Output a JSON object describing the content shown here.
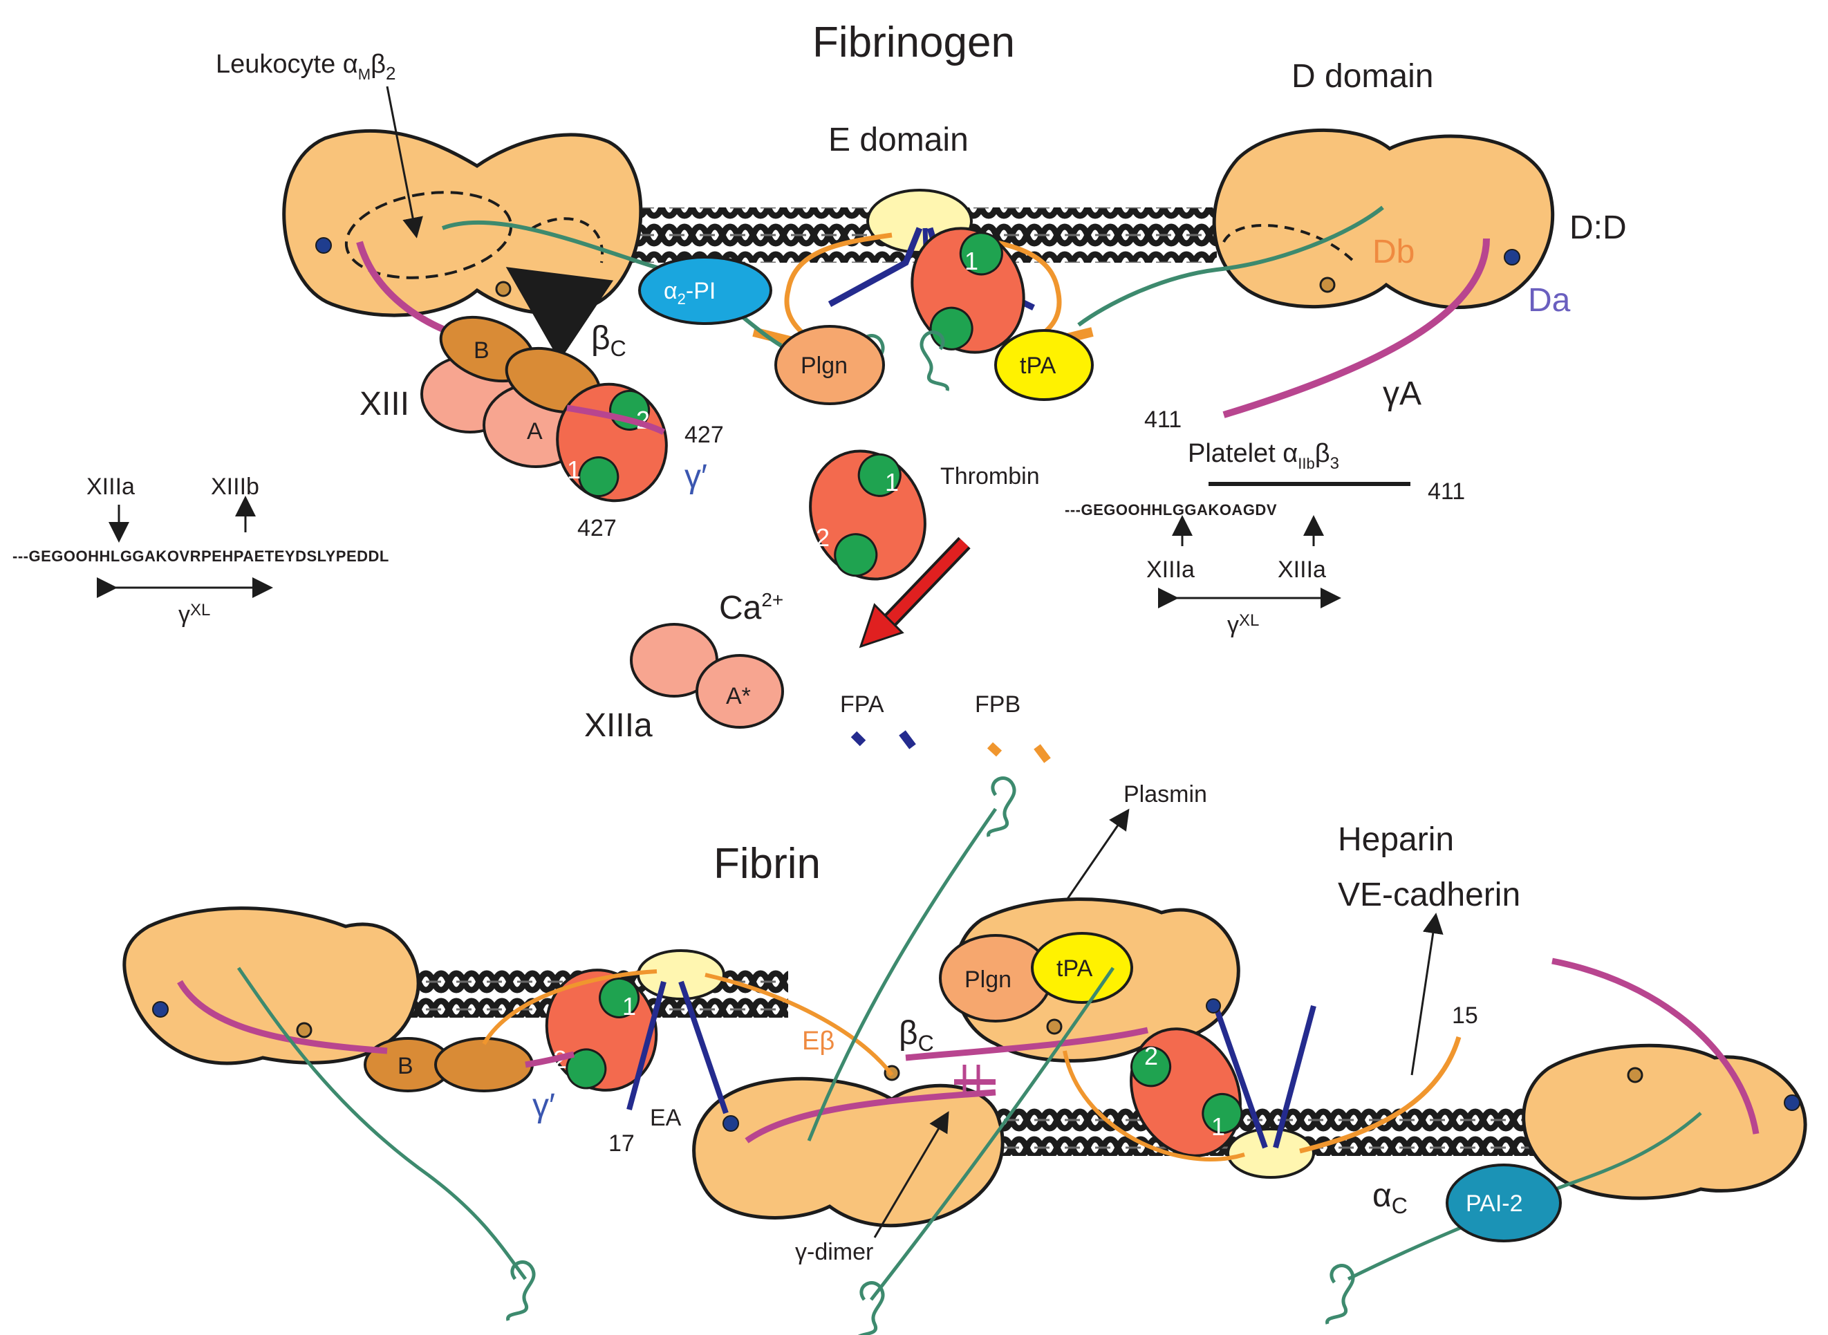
{
  "title_fibrinogen": "Fibrinogen",
  "title_fibrin": "Fibrin",
  "e_domain": "E domain",
  "d_domain": "D domain",
  "dd": "D:D",
  "db": "Db",
  "da": "Da",
  "leukocyte": "Leukocyte α",
  "leukocyte_sub1": "M",
  "leukocyte_b": "β",
  "leukocyte_sub2": "2",
  "alpha2pi": "α",
  "alpha2pi_sub": "2",
  "alpha2pi_rest": "-PI",
  "beta_c": "β",
  "beta_c_sub": "C",
  "plgn": "Plgn",
  "tpa": "tPA",
  "xiii": "XIII",
  "xiii_b": "B",
  "xiii_a": "A",
  "num_1": "1",
  "num_2": "2",
  "n427_a": "427",
  "n427_b": "427",
  "gamma_prime": "γ′",
  "gamma_a": "γA",
  "n411_a": "411",
  "n411_b": "411",
  "platelet": "Platelet α",
  "platelet_sub": "IIb",
  "platelet_b": "β",
  "platelet_sub2": "3",
  "thrombin": "Thrombin",
  "xiiia_l": "XIIIa",
  "xiiib_l": "XIIIb",
  "seq_left": "---GEGOOHHLGGAKOVRPEHPAETEYDSLYPEDDL",
  "seq_right": "---GEGOOHHLGGAKOAGDV",
  "gammaxl_l": "γ",
  "gammaxl_sup": "XL",
  "xiiia_r1": "XIIIa",
  "xiiia_r2": "XIIIa",
  "ca": "Ca",
  "ca_sup": "2+",
  "xiiia_big": "XIIIa",
  "a_star": "A*",
  "fpa": "FPA",
  "fpb": "FPB",
  "plasmin": "Plasmin",
  "heparin": "Heparin",
  "ve_cadherin": "VE-cadherin",
  "eb": "Eβ",
  "ea": "EA",
  "n17": "17",
  "n15": "15",
  "gamma_dimer": "γ-dimer",
  "alpha_c": "α",
  "alpha_c_sub": "C",
  "pai2": "PAI-2",
  "colors": {
    "domain": "#f9c37a",
    "domain_stroke": "#1c1c1c",
    "e_core": "#fff6b0",
    "thrombin": "#f36a4e",
    "exosite": "#1fa350",
    "xiii_b": "#d98b36",
    "xiii_a": "#f7a590",
    "alpha2pi": "#1aa6de",
    "plgn": "#f6a76e",
    "tpa": "#fff200",
    "pai2": "#1b93b6",
    "gamma_chain": "#b8458f",
    "alpha_chain": "#3d8a6e",
    "beta_chain": "#f0962e",
    "fpa": "#242b8e",
    "arrow_red": "#e02020"
  }
}
